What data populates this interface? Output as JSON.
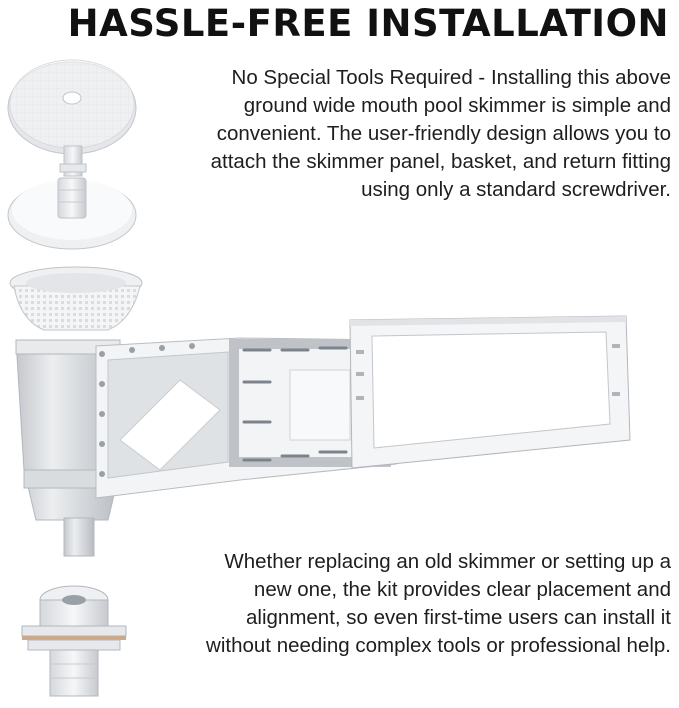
{
  "heading": "HASSLE-FREE INSTALLATION",
  "paragraph_top": "No Special Tools Required - Installing this above ground wide mouth pool skimmer is simple and convenient. The user-friendly design allows you to attach the skimmer panel, basket, and return fitting using only a standard screwdriver.",
  "paragraph_bottom": "Whether replacing an old skimmer or setting up a new one, the kit provides clear placement and alignment, so even first-time users can install it without needing complex tools or professional help.",
  "colors": {
    "text": "#1e1e1e",
    "plastic_light": "#f2f3f5",
    "plastic_shade": "#c9ccd1",
    "screw": "#8a8f96"
  },
  "illustration": {
    "parts": [
      "skimmer-lid",
      "vacuum-plate",
      "skimmer-basket",
      "skimmer-body",
      "mounting-frame",
      "face-plate",
      "return-fitting"
    ]
  }
}
